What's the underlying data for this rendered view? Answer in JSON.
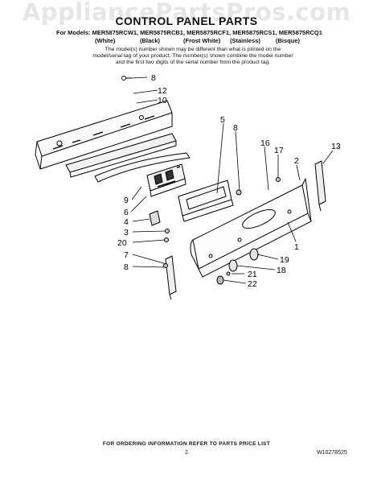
{
  "watermark": "AppliancePartsPros.com",
  "title": "CONTROL PANEL PARTS",
  "models_line": "For Models: MER5875RCW1, MER5875RCB1, MER5875RCF1, MER5875RCS1, MER5875RCQ1",
  "colors": [
    "(White)",
    "(Black)",
    "(Frost White)",
    "(Stainless)",
    "(Bisque)"
  ],
  "note": "The model(s) number shown may be different than what is printed on the model/serial tag of your product. The number(s) shown combine the model number and the first two digits of the serial number from the product tag.",
  "callouts": [
    "8",
    "12",
    "10",
    "5",
    "8",
    "16",
    "17",
    "2",
    "13",
    "9",
    "6",
    "4",
    "3",
    "20",
    "7",
    "8",
    "1",
    "19",
    "18",
    "21",
    "22"
  ],
  "footer": "FOR ORDERING INFORMATION REFER TO PARTS PRICE LIST",
  "page_number": "2",
  "doc_number": "W10278525"
}
